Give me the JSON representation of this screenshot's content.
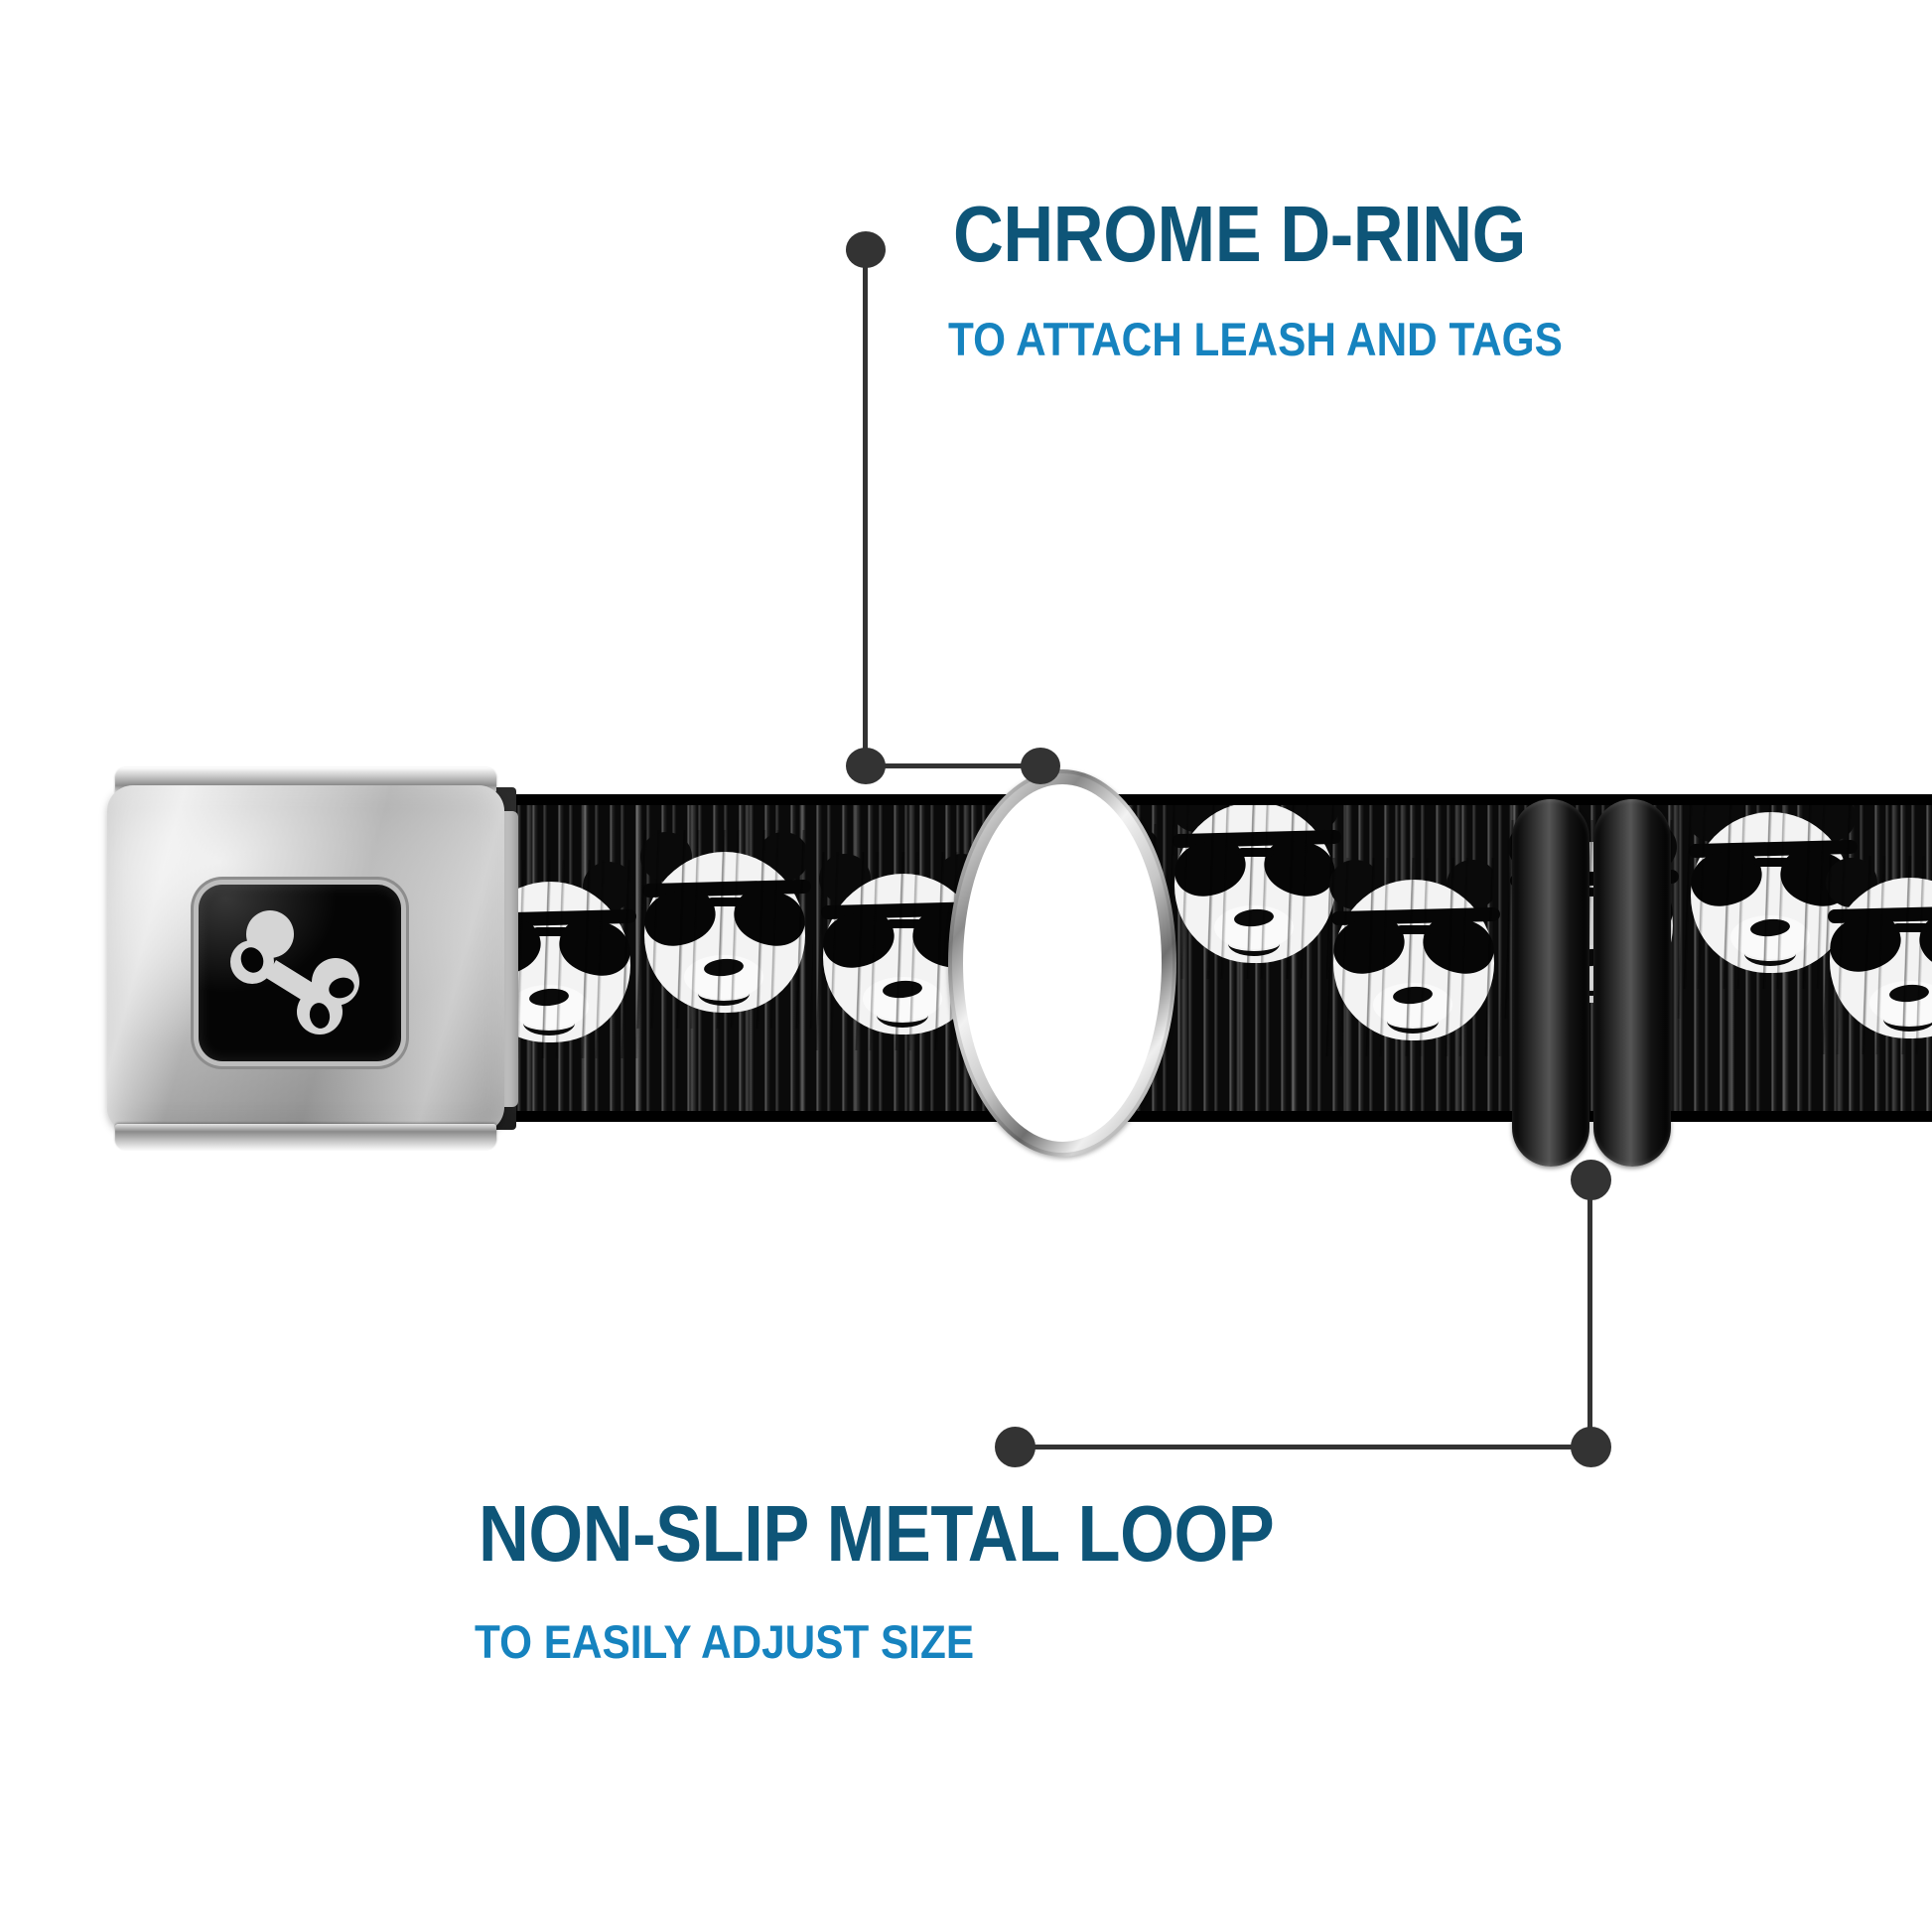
{
  "page": {
    "background_color": "#ffffff",
    "product_name": "dog collar with seatbelt buckle"
  },
  "colors": {
    "title": "#0e5578",
    "subtitle": "#1683bf",
    "leader": "#333333",
    "strap": "#0a0a0a",
    "chrome": "#c9c9c9",
    "slider": "#101010"
  },
  "callouts": [
    {
      "id": "chrome-d-ring",
      "title": "CHROME D-RING",
      "subtitle": "TO ATTACH LEASH AND TAGS"
    },
    {
      "id": "non-slip-metal-loop",
      "title": "NON-SLIP METAL LOOP",
      "subtitle": "TO EASILY ADJUST SIZE"
    }
  ],
  "product_parts": {
    "buckle": "seatbelt-style chrome buckle",
    "buckle_logo": "dog-bone-icon",
    "strap_pattern": "distressed panda faces wearing sunglasses on black webbing",
    "d_ring": "chrome d-ring",
    "slider": "black non-slip metal adjustment loop"
  }
}
